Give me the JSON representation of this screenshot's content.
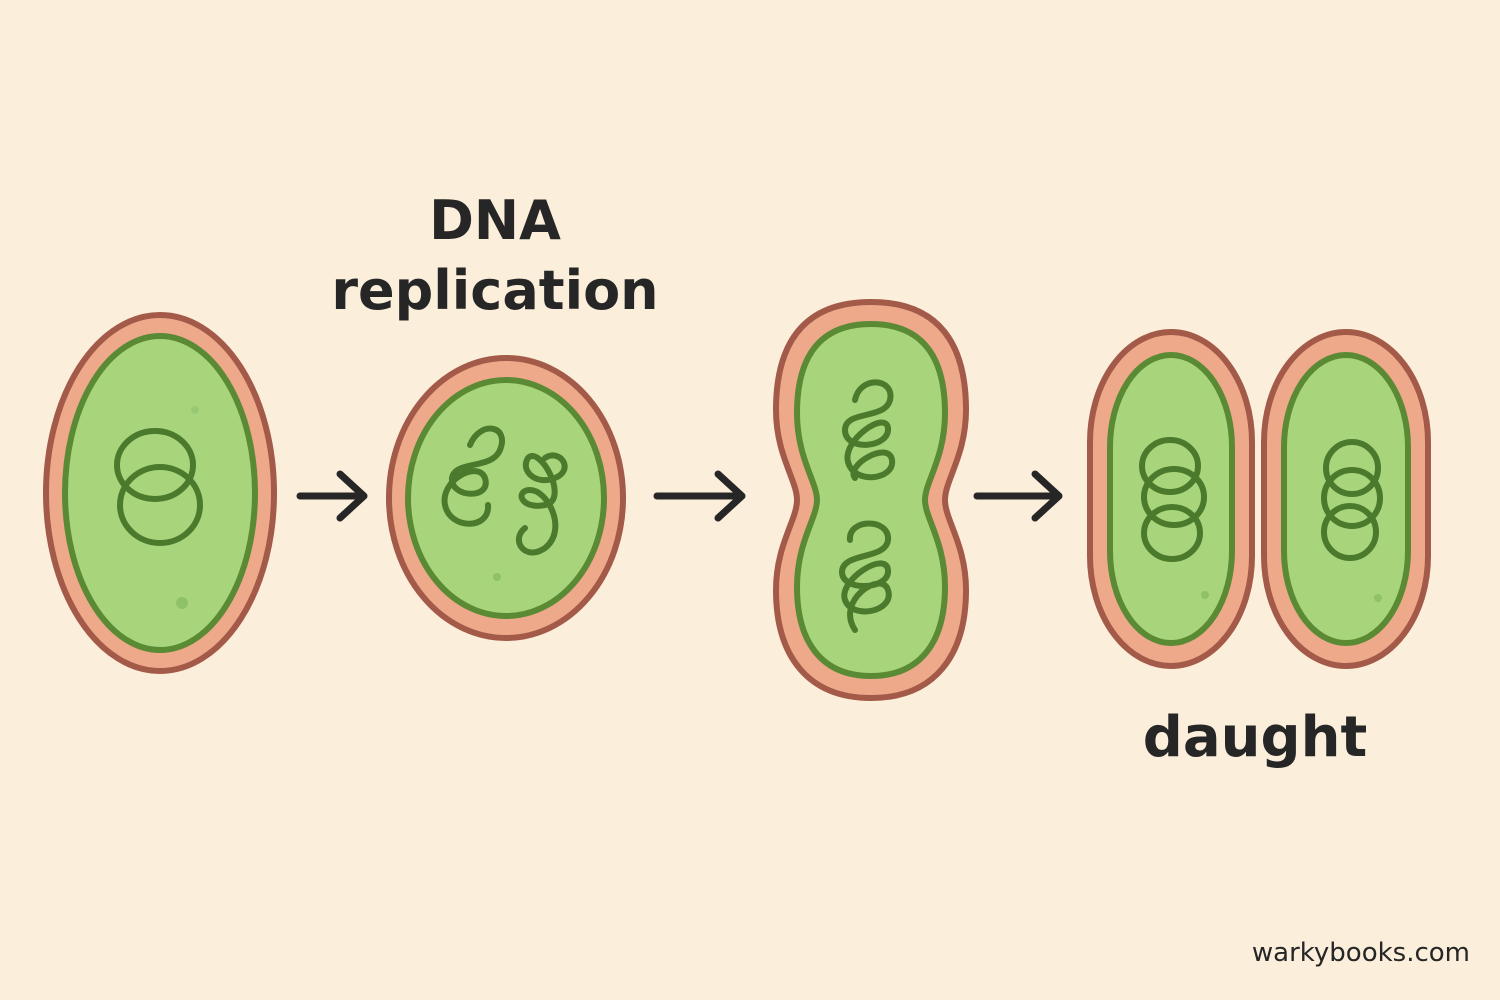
{
  "labels": {
    "replication_line1": "DNA",
    "replication_line2": "replication",
    "daughter": "daught"
  },
  "watermark": "warkybooks.com",
  "colors": {
    "background": "#fbeedb",
    "cell_wall": "#a45a48",
    "cell_membrane_fill": "#eea98a",
    "membrane_line": "#5b8a35",
    "cytoplasm": "#a8d57c",
    "dna": "#4b7a2d",
    "arrow": "#262626",
    "text": "#262626"
  },
  "stages": [
    {
      "name": "single-cell",
      "dna_copies": 1
    },
    {
      "name": "replicated-cell",
      "dna_copies": 2
    },
    {
      "name": "elongating-cell",
      "dna_copies": 2
    },
    {
      "name": "daughter-cells",
      "dna_copies": 2
    }
  ]
}
